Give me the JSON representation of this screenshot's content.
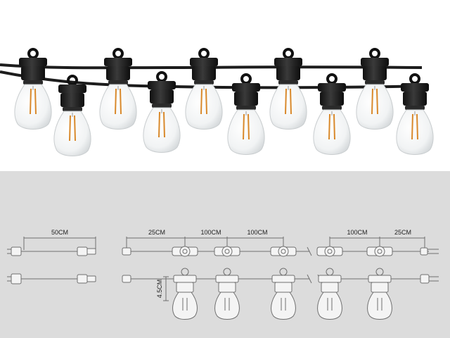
{
  "diagram": {
    "dims": {
      "lead_length": "50CM",
      "start_spacing": "25CM",
      "bulb_spacing_1": "100CM",
      "bulb_spacing_2": "100CM",
      "bulb_spacing_3": "100CM",
      "end_spacing": "25CM",
      "drop_height": "4.5CM"
    }
  },
  "colors": {
    "cable": "#1c1c1c",
    "filament": "#d9892b",
    "glass": "#eef2f3",
    "diagram_bg": "#dcdcdc",
    "line_art": "#6f6f6f"
  }
}
